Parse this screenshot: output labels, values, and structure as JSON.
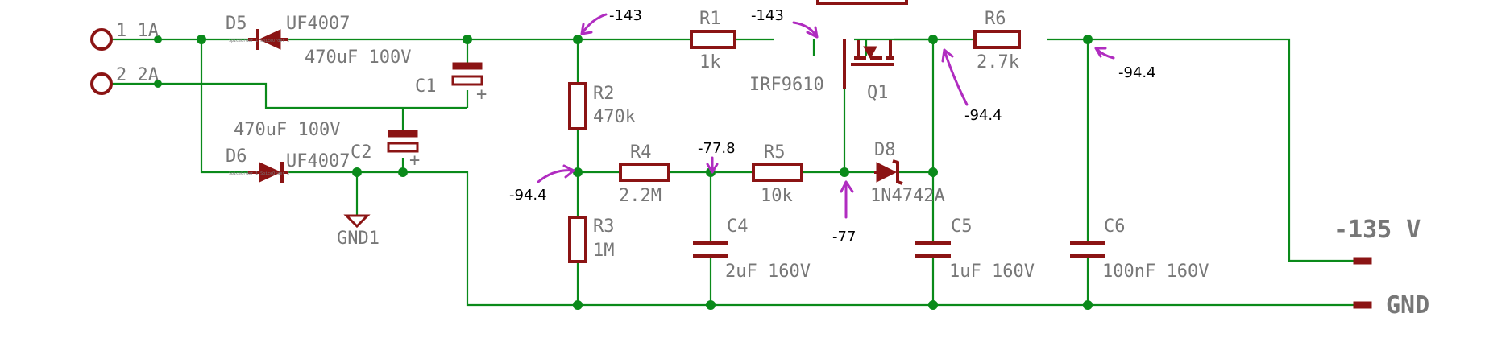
{
  "colors": {
    "wire": "#0a8a1a",
    "part": "#8b1414",
    "label": "#777777",
    "annotation_arrow": "#b02cc0"
  },
  "terminals": {
    "t1": "1 1A",
    "t2": "2 2A"
  },
  "components": {
    "D5": {
      "name": "D5",
      "value": "UF4007",
      "tiny": "SpiceOrder 1   SpiceOrder 2"
    },
    "D6": {
      "name": "D6",
      "value": "UF4007",
      "tiny": "SpiceOrder 1   SpiceOrder 2"
    },
    "C1": {
      "name": "C1",
      "value": "470uF 100V",
      "polarity": "+"
    },
    "C2": {
      "name": "C2",
      "value": "470uF 100V",
      "polarity": "+"
    },
    "GND1": {
      "name": "GND1"
    },
    "R1": {
      "name": "R1",
      "value": "1k"
    },
    "R2": {
      "name": "R2",
      "value": "470k"
    },
    "R3": {
      "name": "R3",
      "value": "1M"
    },
    "R4": {
      "name": "R4",
      "value": "2.2M"
    },
    "R5": {
      "name": "R5",
      "value": "10k"
    },
    "R6": {
      "name": "R6",
      "value": "2.7k"
    },
    "C4": {
      "name": "C4",
      "value": "2uF 160V"
    },
    "C5": {
      "name": "C5",
      "value": "1uF 160V"
    },
    "C6": {
      "name": "C6",
      "value": "100nF 160V"
    },
    "D8": {
      "name": "D8",
      "value": "1N4742A"
    },
    "Q1": {
      "name": "Q1",
      "value": "IRF9610"
    }
  },
  "outputs": {
    "voltage": "-135 V",
    "gnd": "GND"
  },
  "annotations": {
    "a1": "-143",
    "a2": "-143",
    "a3": "-94.4",
    "a4": "-94.4",
    "a5": "-94.4",
    "a6": "-77.8",
    "a7": "-77"
  }
}
